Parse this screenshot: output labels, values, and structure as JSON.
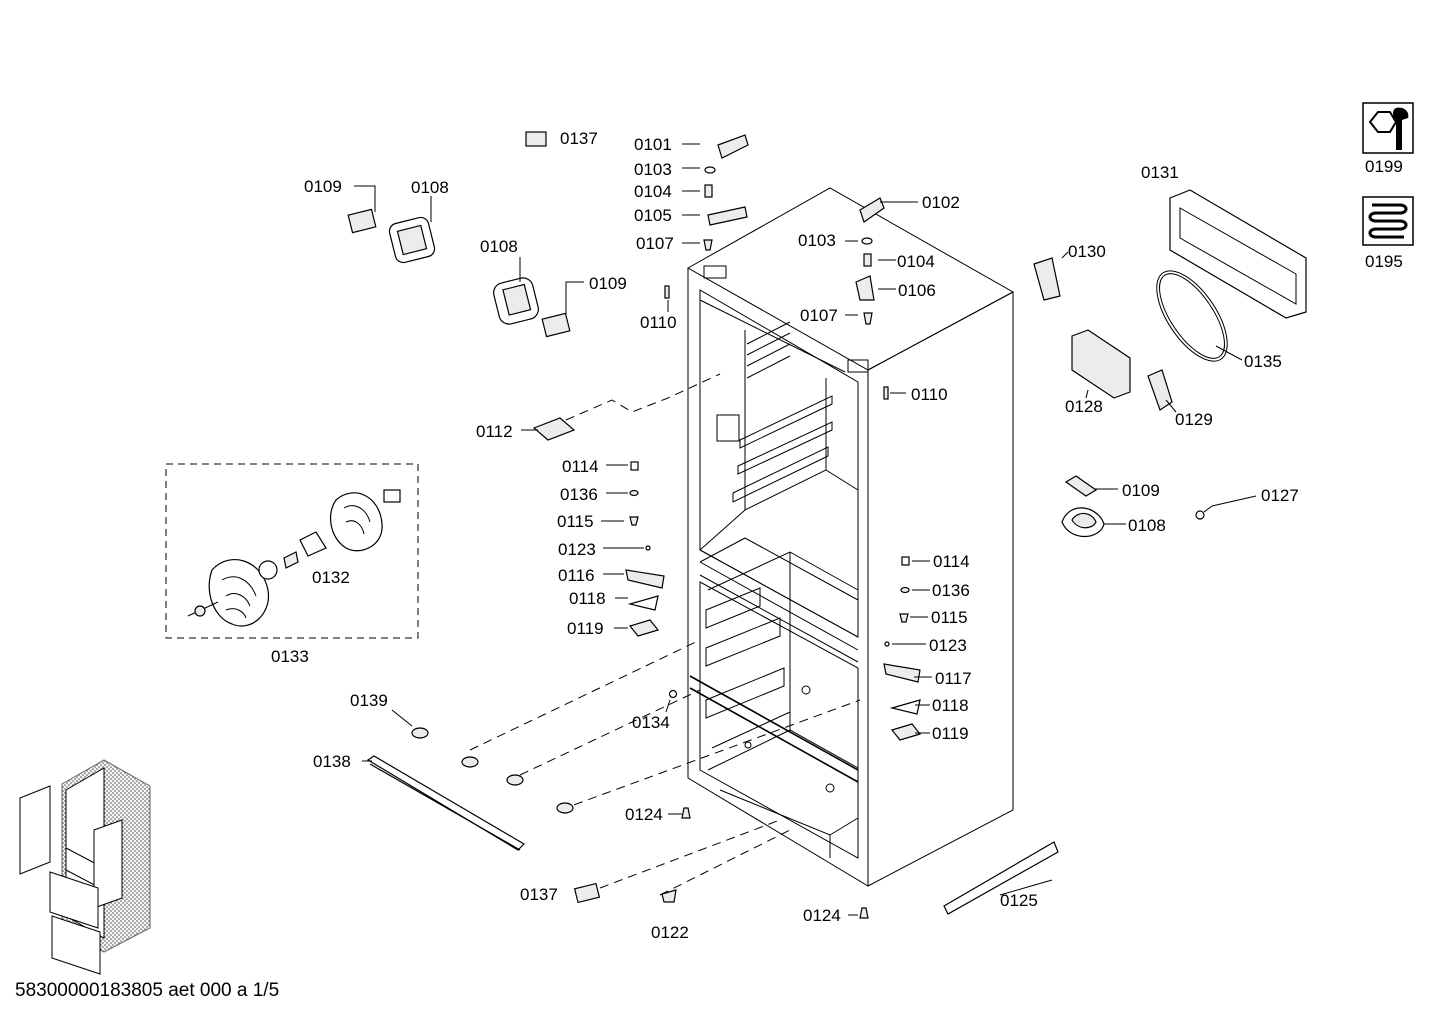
{
  "document_code": "58300000183805 aet 000 a 1/5",
  "side_icons": [
    {
      "icon": "wrench-nut-icon",
      "code": "0199"
    },
    {
      "icon": "coil-heater-icon",
      "code": "0195"
    }
  ],
  "callouts": {
    "c0137_top": "0137",
    "c0101": "0101",
    "c0103_a": "0103",
    "c0104_a": "0104",
    "c0105": "0105",
    "c0107_a": "0107",
    "c0102": "0102",
    "c0103_b": "0103",
    "c0104_b": "0104",
    "c0106": "0106",
    "c0107_b": "0107",
    "c0109_a": "0109",
    "c0108_a": "0108",
    "c0108_b": "0108",
    "c0109_b": "0109",
    "c0110_a": "0110",
    "c0110_b": "0110",
    "c0112": "0112",
    "c0114_a": "0114",
    "c0136_a": "0136",
    "c0115_a": "0115",
    "c0123_a": "0123",
    "c0116": "0116",
    "c0118_a": "0118",
    "c0119_a": "0119",
    "c0132": "0132",
    "c0133": "0133",
    "c0139": "0139",
    "c0138": "0138",
    "c0134": "0134",
    "c0124_a": "0124",
    "c0137_bottom": "0137",
    "c0122": "0122",
    "c0124_b": "0124",
    "c0125": "0125",
    "c0114_b": "0114",
    "c0136_b": "0136",
    "c0115_b": "0115",
    "c0123_b": "0123",
    "c0117": "0117",
    "c0118_b": "0118",
    "c0119_b": "0119",
    "c0131": "0131",
    "c0130": "0130",
    "c0135": "0135",
    "c0128": "0128",
    "c0129": "0129",
    "c0109_c": "0109",
    "c0108_c": "0108",
    "c0127": "0127"
  }
}
